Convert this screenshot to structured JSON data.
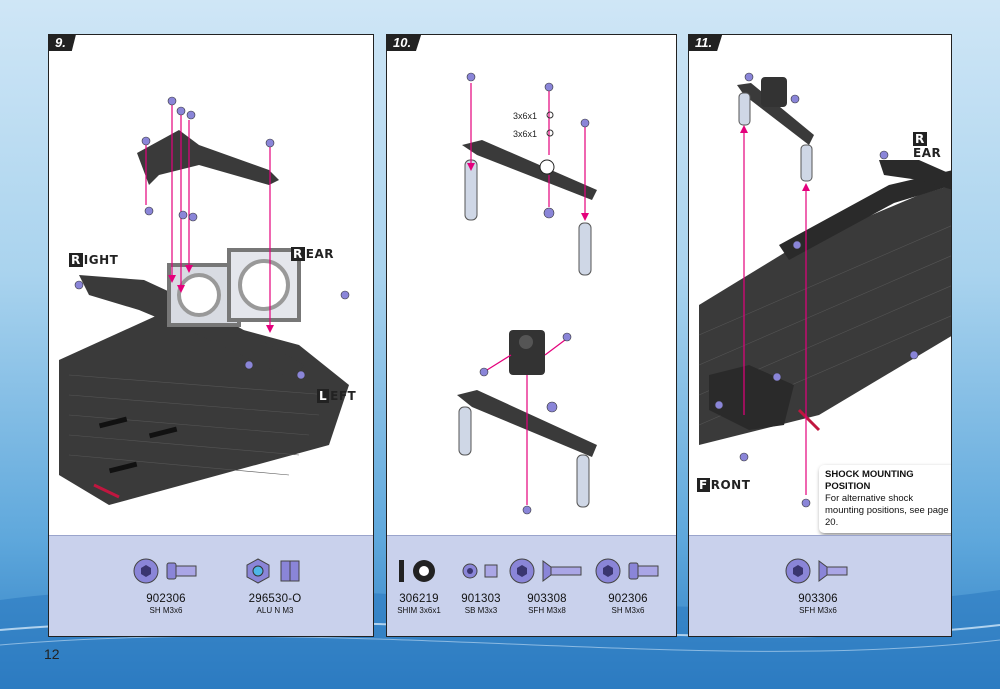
{
  "page": {
    "number": "12"
  },
  "steps": [
    {
      "number": "9.",
      "directions": {
        "right": [
          "R",
          "IGHT"
        ],
        "rear": [
          "R",
          "EAR"
        ],
        "left": [
          "L",
          "EFT"
        ]
      },
      "parts": [
        {
          "code": "902306",
          "desc": "SH M3x6",
          "icon": "socket-head-screw-icon"
        },
        {
          "code": "296530-O",
          "desc": "ALU N M3",
          "icon": "hex-nut-icon"
        }
      ]
    },
    {
      "number": "10.",
      "shim_labels": [
        "3x6x1",
        "3x6x1"
      ],
      "parts": [
        {
          "code": "306219",
          "desc": "SHIM 3x6x1",
          "icon": "shim-icon"
        },
        {
          "code": "901303",
          "desc": "SB M3x3",
          "icon": "set-screw-icon"
        },
        {
          "code": "903308",
          "desc": "SFH M3x8",
          "icon": "flat-head-screw-icon"
        },
        {
          "code": "902306",
          "desc": "SH M3x6",
          "icon": "socket-head-screw-icon"
        }
      ]
    },
    {
      "number": "11.",
      "directions": {
        "rear": [
          "R",
          "EAR"
        ],
        "front": [
          "F",
          "RONT"
        ]
      },
      "note": {
        "title": "SHOCK MOUNTING POSITION",
        "body": "For alternative shock mounting positions, see page 20."
      },
      "parts": [
        {
          "code": "903306",
          "desc": "SFH M3x6",
          "icon": "flat-head-screw-icon"
        }
      ]
    }
  ],
  "colors": {
    "accent": "#e4007c",
    "carbon": "#3a3a3a",
    "hardware": "#8a85d8",
    "parts_bg": "#c9d1ec"
  }
}
